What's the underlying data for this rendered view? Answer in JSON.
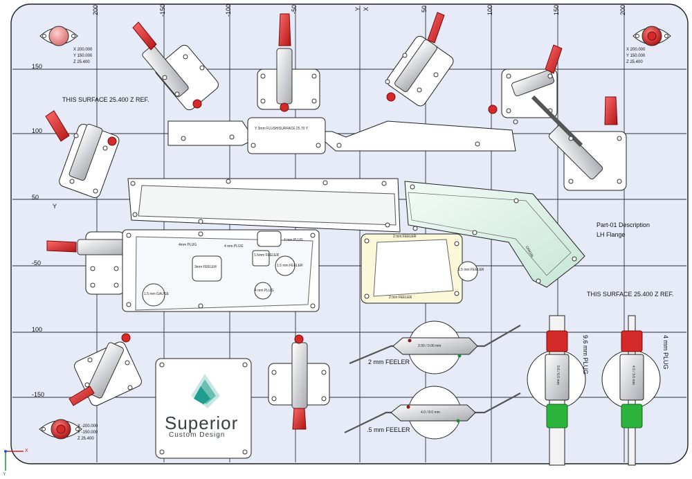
{
  "ruler": {
    "x_ticks": [
      "200",
      "-150",
      "-100",
      "-50",
      "Y",
      "X",
      "50",
      "100",
      "150",
      "200"
    ],
    "y_ticks": [
      "150",
      "100",
      "50",
      "Y",
      "-50",
      "100",
      "-150"
    ]
  },
  "notes": {
    "surface_ref_top": "THIS SURFACE 25.400 Z REF.",
    "surface_ref_right": "THIS SURFACE 25.400 Z REF.",
    "part_desc_line1": "Part-01 Description",
    "part_desc_line2": "LH Flange"
  },
  "locators": {
    "top_left": {
      "x": "X 200.000",
      "y": "Y 150.000",
      "z": "Z 25.400"
    },
    "top_right": {
      "x": "X 200.000",
      "y": "Y 150.000",
      "z": "Z 25.400"
    },
    "bottom_left": {
      "x": "X -200.000",
      "y": "Y -150.000",
      "z": "Z 25.400"
    }
  },
  "checks": {
    "top_bar_label": "Y 3mm FLUSH/SURFACE 25.70 Y",
    "pin_4mm_a": "4mm PLUG",
    "pin_4mm_b": "4 mm PLUG",
    "pin_4mm_c": "4 mm PLUG",
    "feeler_box": "1.5mm FEELER",
    "gauge_3mm": "3mm FEELER",
    "gauge_15": "1.5 mm FEELER",
    "gauge_round": "1.5 mm GAUGE",
    "plug_small": "4 mm PLUG",
    "window_top": "2 mm FEELER",
    "window_bottom": "2 mm FEELER",
    "window_side": "1.5 mm FEELER",
    "flange_tag": "ORIGIN"
  },
  "tools": {
    "feeler_2mm": "2 mm FEELER",
    "feeler_2mm_blade": "2.00  /  0.00 mm",
    "feeler_15mm": ".5 mm FEELER",
    "feeler_15mm_blade": "4.0  /  8.0 mm",
    "plug_96": "9.6 mm PLUG",
    "plug_96_body": "9.6  /  6.0 mm",
    "plug_4": "4 mm PLUG",
    "plug_4_body": "4.0  /  3.6 mm"
  },
  "logo": {
    "brand": "Superior",
    "sub": "Custom Design"
  },
  "axis": {
    "x": "X",
    "y": "Y"
  },
  "colors": {
    "plate": "#e7ebf7",
    "grid": "#2b2f3a",
    "clamp_handle": "#d42a2a",
    "plug_go": "#2bb33c",
    "plug_nogo": "#d42a2a",
    "window_fill": "#fbf7d9",
    "flange_fill": "#dcefe6",
    "logo_teal": "#1f9d8e"
  }
}
